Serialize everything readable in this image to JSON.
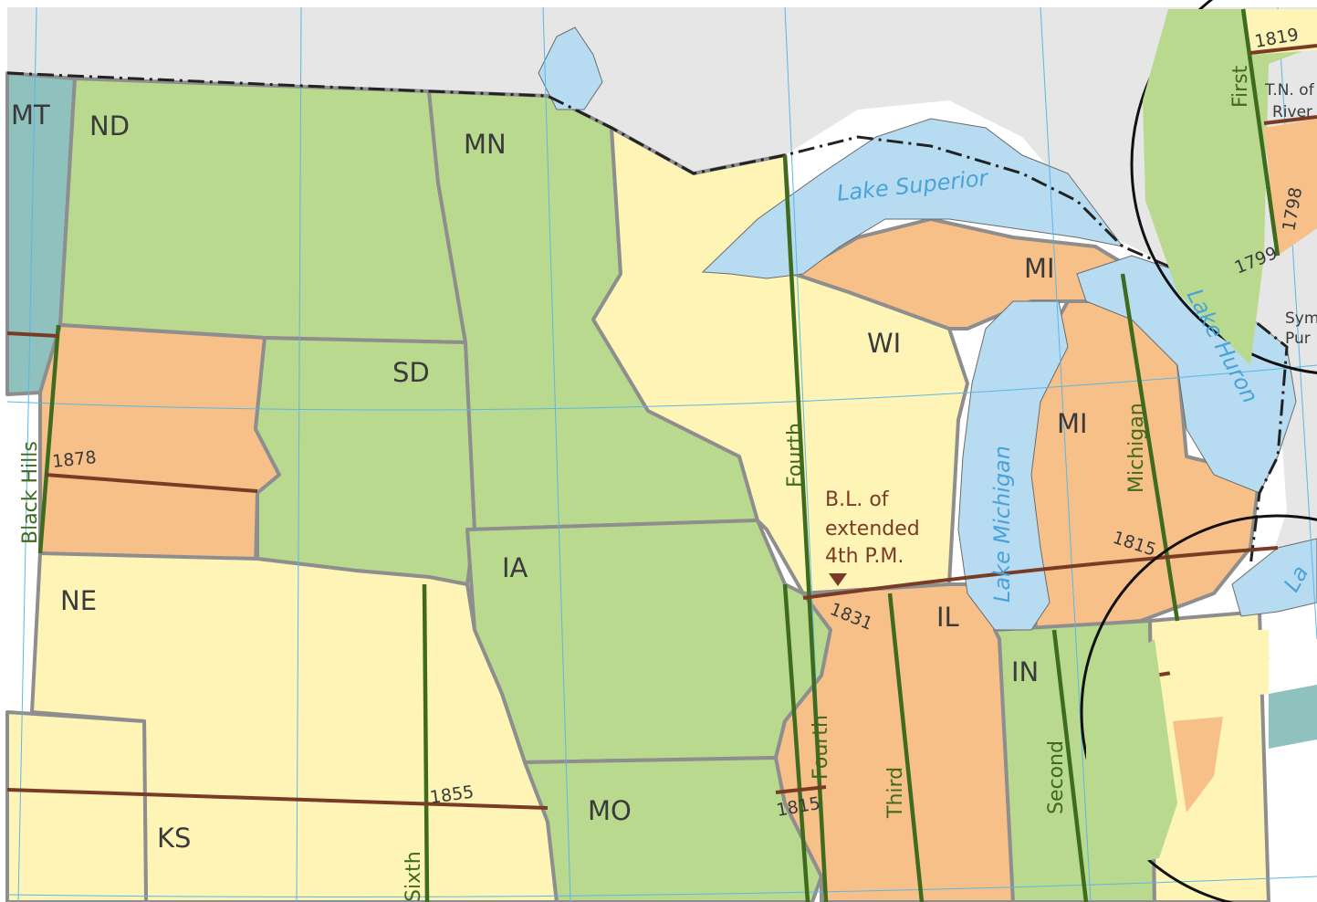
{
  "states": {
    "mt": "MT",
    "nd": "ND",
    "mn": "MN",
    "sd": "SD",
    "ia": "IA",
    "ne": "NE",
    "ks": "KS",
    "mo": "MO",
    "wi": "WI",
    "il": "IL",
    "in": "IN",
    "mi_upper": "MI",
    "mi_lower": "MI"
  },
  "meridians": {
    "black_hills": "Black Hills",
    "fourth_north": "Fourth",
    "fourth_south": "Fourth",
    "third": "Third",
    "second": "Second",
    "michigan": "Michigan",
    "sixth": "Sixth",
    "first": "First"
  },
  "years": {
    "y1878": "1878",
    "y1855": "1855",
    "y1831": "1831",
    "y1815_il": "1815",
    "y1815_mi": "1815",
    "y1819": "1819",
    "y1798": "1798",
    "y1799": "1799"
  },
  "lakes": {
    "superior": "Lake Superior",
    "michigan": "Lake Michigan",
    "huron": "Lake Huron",
    "erie_partial": "La"
  },
  "annotation": {
    "line1": "B.L. of",
    "line2": "extended",
    "line3": "4th P.M."
  },
  "inset_text": {
    "tn_line1": "T.N. of",
    "tn_line2": "River",
    "sym_line1": "Sym",
    "sym_line2": "Pur"
  },
  "colors": {
    "green": "#b9d98f",
    "yellow": "#fdf4b6",
    "orange": "#f7c089",
    "teal": "#8fc1bf",
    "lake": "#b7dcf2",
    "canada": "#e6e6e6",
    "meridian": "#3f6b1e",
    "baseline": "#7a3b26",
    "border": "#8e8e8e"
  }
}
